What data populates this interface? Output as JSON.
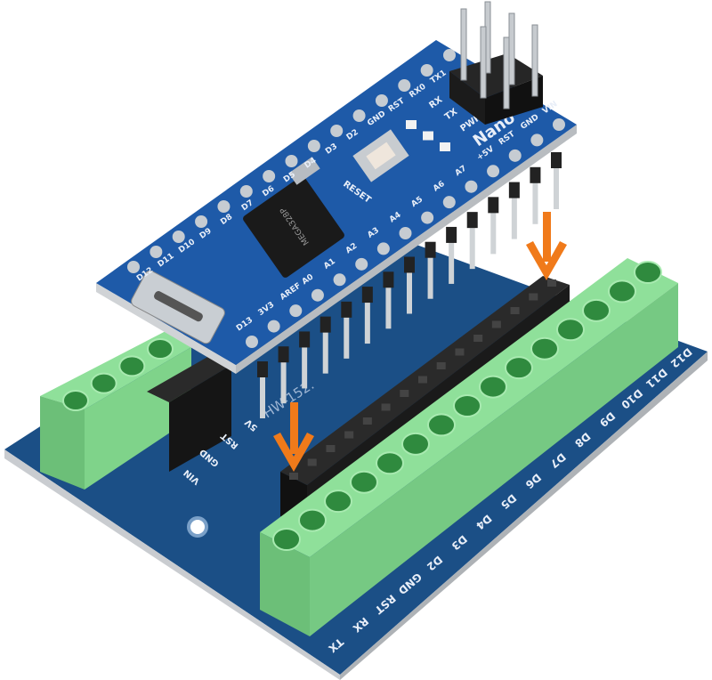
{
  "scene": {
    "adapter_board_label": "HW-152.",
    "adapter_bottom_labels": [
      "TX",
      "RX",
      "RST",
      "GND",
      "D2",
      "D3",
      "D4",
      "D5",
      "D6",
      "D7",
      "D8",
      "D9",
      "D10",
      "D11",
      "D12"
    ],
    "adapter_left_labels": [
      "VIN",
      "GND",
      "RST",
      "5V"
    ],
    "nano_name": "Nano",
    "nano_reset_label": "RESET",
    "nano_led_labels": [
      "RX",
      "TX",
      "PWR"
    ],
    "nano_top_labels": [
      "D12",
      "D11",
      "D10",
      "D9",
      "D8",
      "D7",
      "D6",
      "D5",
      "D4",
      "D3",
      "D2",
      "GND",
      "RST",
      "RX0",
      "TX1"
    ],
    "nano_bottom_labels": [
      "D13",
      "3V3",
      "AREF",
      "A0",
      "A1",
      "A2",
      "A3",
      "A4",
      "A5",
      "A6",
      "A7",
      "+5V",
      "RST",
      "GND",
      "VIN"
    ],
    "chip_text": "MEGA328P",
    "colors": {
      "pcb": "#1e5aa8",
      "adapter_pcb": "#1b4f86",
      "terminal": "#7fd38a",
      "header": "#1c1c1c",
      "arrow": "#f07a1a"
    }
  }
}
